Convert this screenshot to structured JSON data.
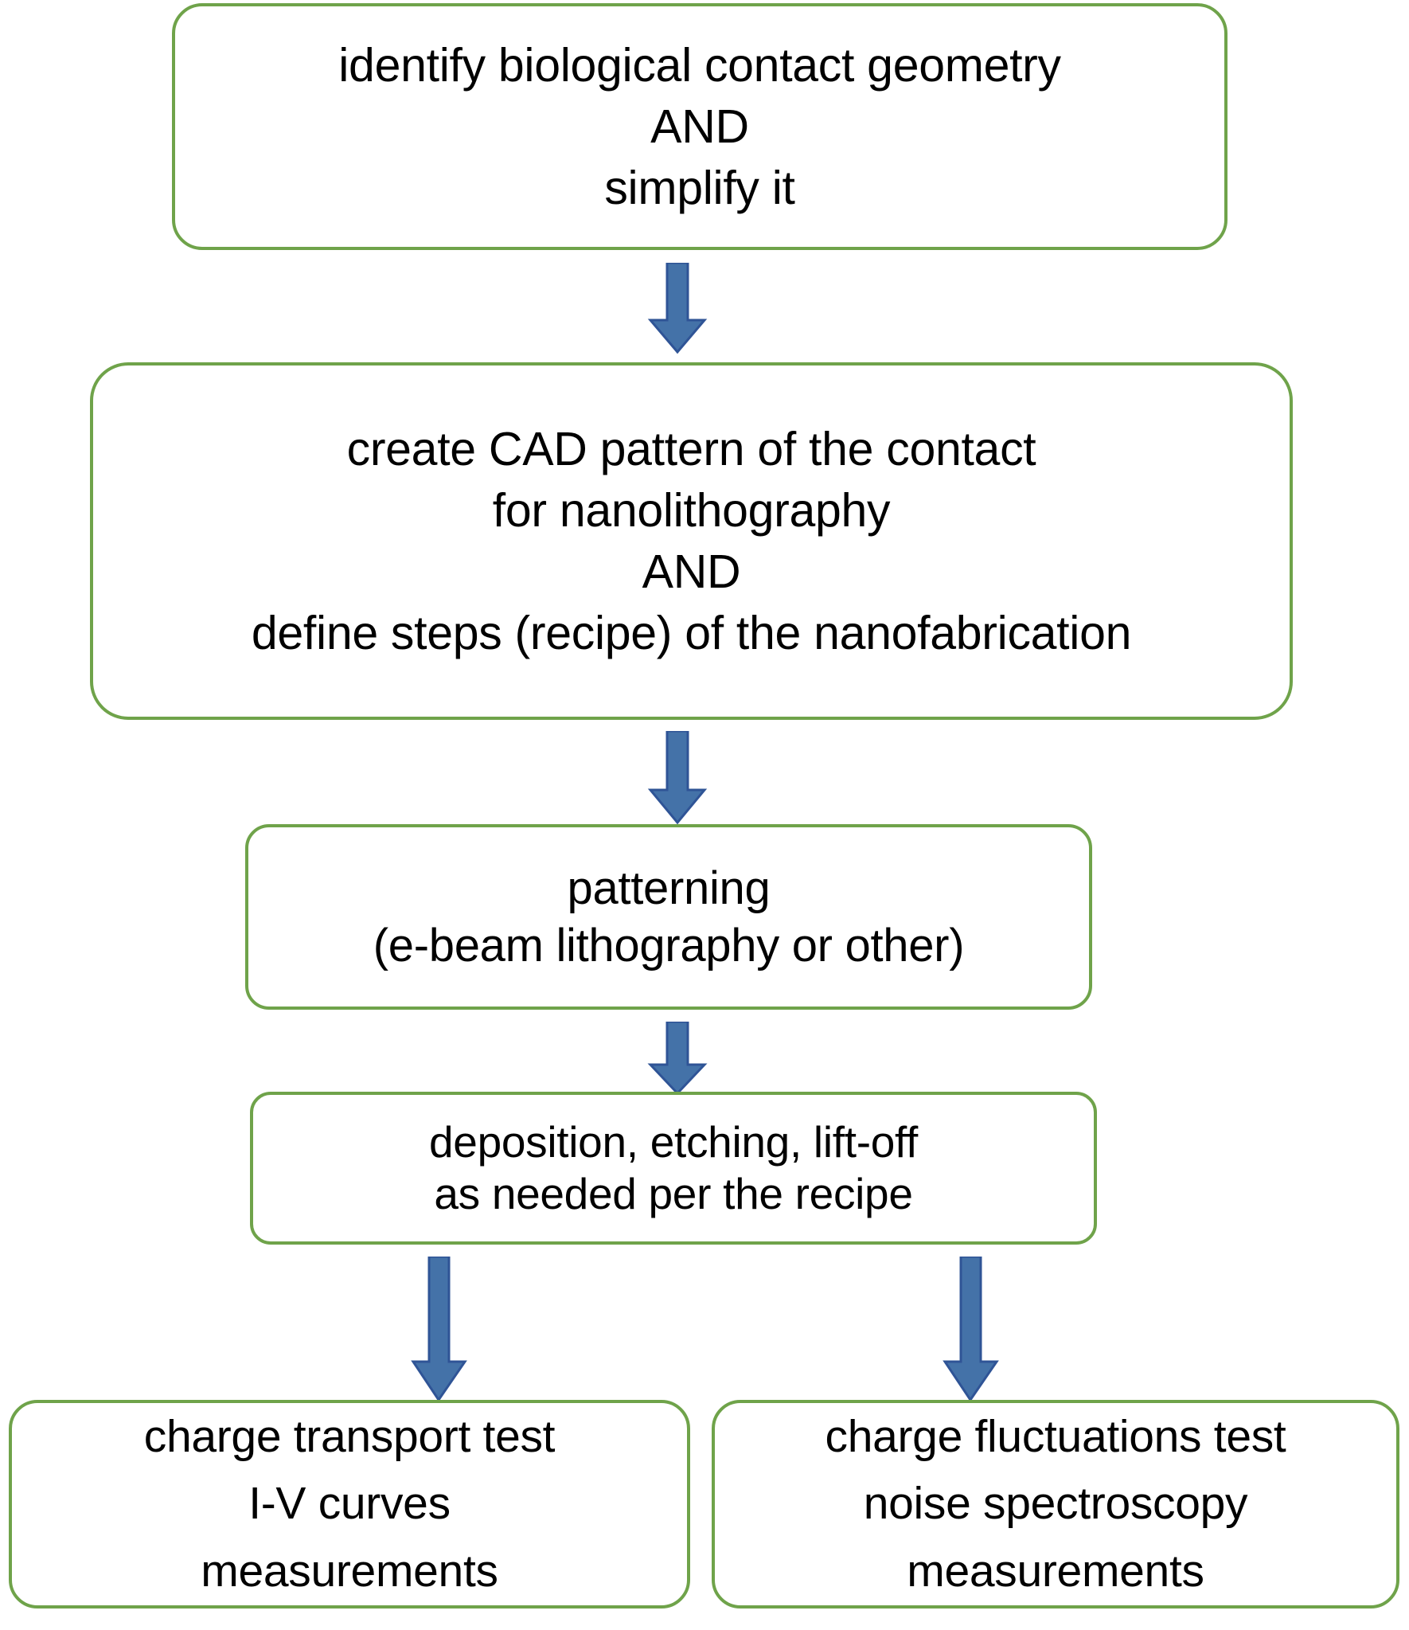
{
  "diagram": {
    "title": "nanofabrication workflow flowchart",
    "colors": {
      "node_border": "#6FA34A",
      "node_fill": "#FFFFFF",
      "arrow_fill": "#4472A8",
      "arrow_stroke": "#2F5496",
      "text": "#000000",
      "background": "#FFFFFF"
    },
    "nodes": [
      {
        "id": "identify",
        "name": "identify-contact-geometry",
        "lines": [
          "identify biological contact geometry",
          "AND",
          "simplify it"
        ]
      },
      {
        "id": "cad",
        "name": "create-cad-pattern",
        "lines": [
          "create CAD pattern of the contact",
          "for nanolithography",
          "AND",
          "define steps (recipe) of the nanofabrication"
        ]
      },
      {
        "id": "patterning",
        "name": "patterning",
        "lines": [
          "patterning",
          "(e-beam lithography or other)"
        ]
      },
      {
        "id": "deposition",
        "name": "deposition-etching-liftoff",
        "lines": [
          "deposition, etching, lift-off",
          "as needed per the recipe"
        ]
      },
      {
        "id": "transport",
        "name": "charge-transport-test",
        "lines": [
          "charge transport test",
          "I-V curves",
          "measurements"
        ]
      },
      {
        "id": "fluctuations",
        "name": "charge-fluctuations-test",
        "lines": [
          "charge fluctuations test",
          "noise spectroscopy",
          "measurements"
        ]
      }
    ],
    "arrows": [
      {
        "id": "a1",
        "name": "arrow-identify-to-cad",
        "from": "identify",
        "to": "cad",
        "direction": "down"
      },
      {
        "id": "a2",
        "name": "arrow-cad-to-patterning",
        "from": "cad",
        "to": "patterning",
        "direction": "down"
      },
      {
        "id": "a3",
        "name": "arrow-patterning-to-deposition",
        "from": "patterning",
        "to": "deposition",
        "direction": "down"
      },
      {
        "id": "a4",
        "name": "arrow-deposition-to-transport",
        "from": "deposition",
        "to": "transport",
        "direction": "down"
      },
      {
        "id": "a5",
        "name": "arrow-deposition-to-fluctuations",
        "from": "deposition",
        "to": "fluctuations",
        "direction": "down"
      }
    ]
  }
}
